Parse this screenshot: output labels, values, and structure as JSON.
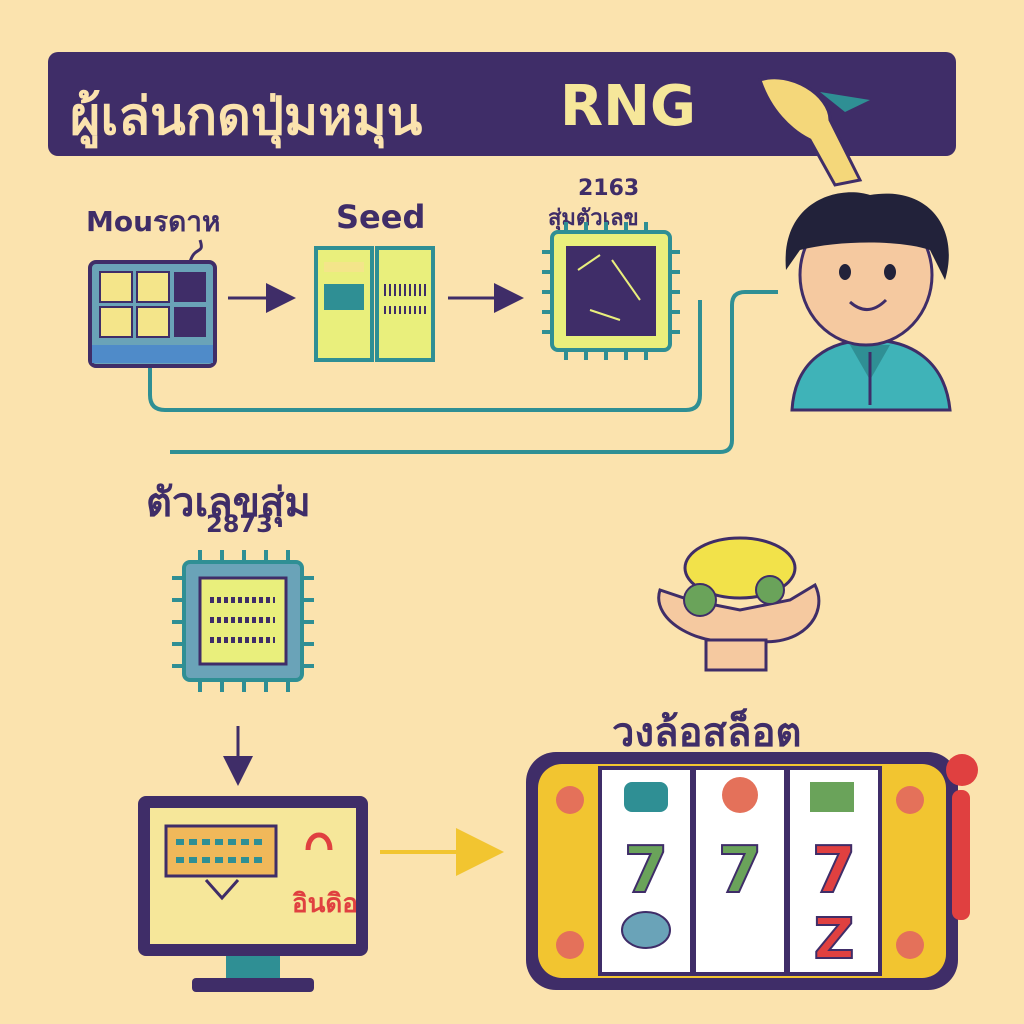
{
  "banner": {
    "title": "ผู้เล่นกดปุ่มหมุน",
    "rng": "RNG"
  },
  "steps": {
    "input_label": "Mouรดาห",
    "seed_label": "Seed",
    "chip_top_number": "2163",
    "chip_top_text": "สุ่มตัวเลข",
    "random_number_label": "ตัวเลขสุ่ม",
    "random_number_value": "2873",
    "reels_label": "วงล้อสล็อต",
    "monitor_text": "อินดิอ"
  },
  "reels": {
    "symbols_middle": [
      "7",
      "7",
      "7"
    ],
    "symbols_bottom_last": "Z"
  },
  "colors": {
    "banner": "#3f2d68",
    "background": "#fbe3ae",
    "connector": "#2f8f94",
    "arrow": "#3f2d68",
    "yellow_arrow": "#f2c530"
  }
}
